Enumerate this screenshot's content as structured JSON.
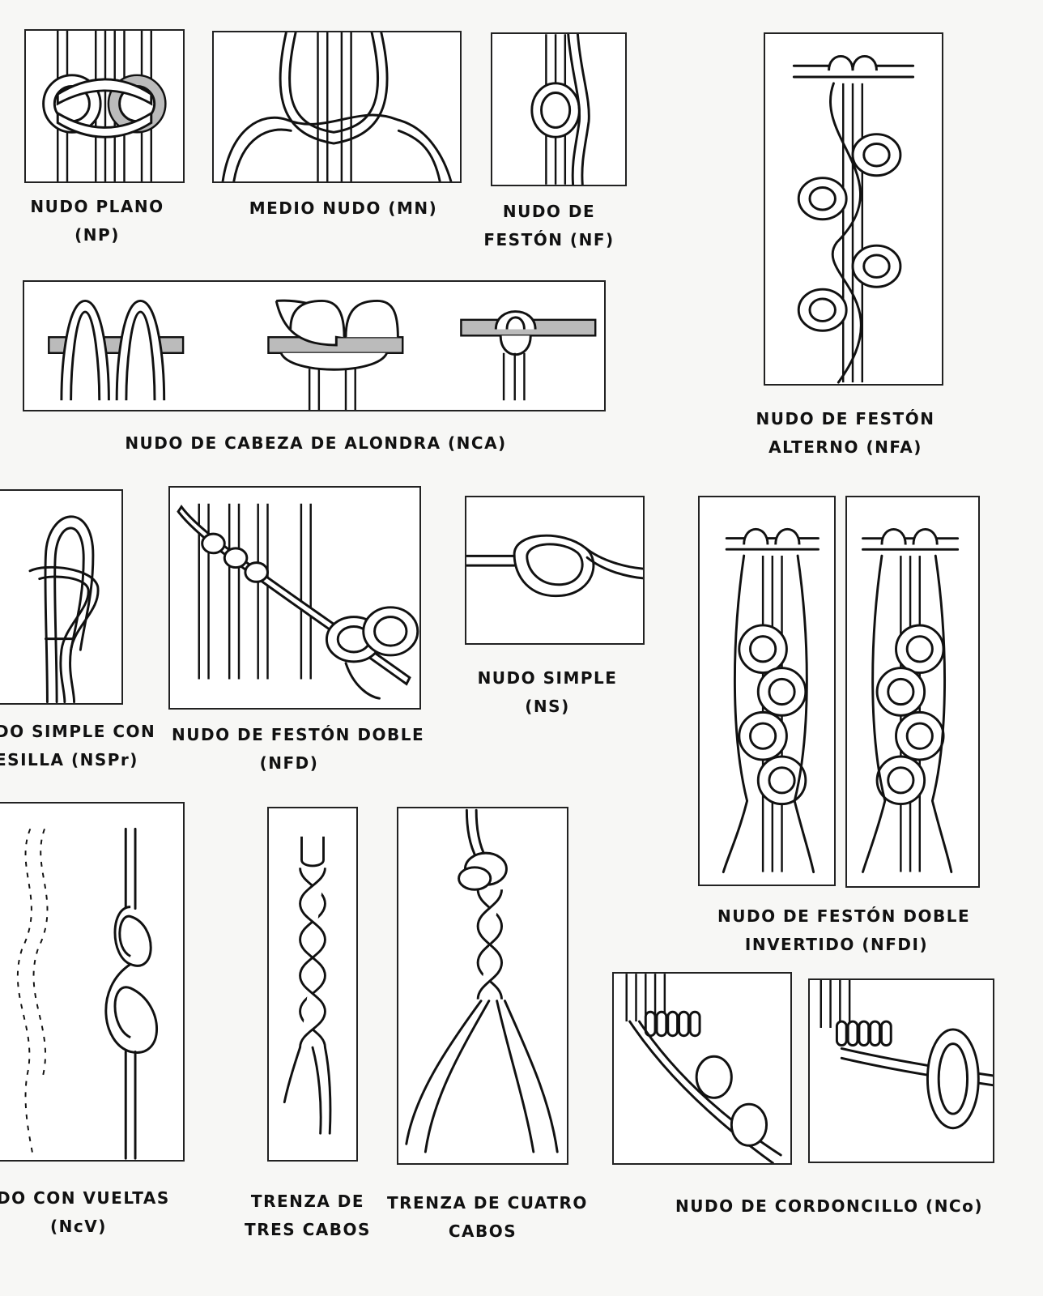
{
  "knots": {
    "np": {
      "line1": "NUDO PLANO",
      "line2": "(NP)"
    },
    "mn": {
      "line1": "MEDIO NUDO (MN)"
    },
    "nf": {
      "line1": "NUDO DE",
      "line2": "FESTÓN (NF)"
    },
    "nfa": {
      "line1": "NUDO DE FESTÓN",
      "line2": "ALTERNO (NFA)"
    },
    "nca": {
      "line1": "NUDO DE CABEZA DE ALONDRA (NCA)"
    },
    "nspr": {
      "line1": "DO SIMPLE CON",
      "line2": "ESILLA (NSPr)"
    },
    "nfd": {
      "line1": "NUDO DE FESTÓN DOBLE",
      "line2": "(NFD)"
    },
    "ns": {
      "line1": "NUDO SIMPLE",
      "line2": "(NS)"
    },
    "nfdi": {
      "line1": "NUDO DE FESTÓN DOBLE",
      "line2": "INVERTIDO (NFDI)"
    },
    "ncv": {
      "line1": "DO CON VUELTAS",
      "line2": "(NcV)"
    },
    "trenza3": {
      "line1": "TRENZA DE",
      "line2": "TRES CABOS"
    },
    "trenza4": {
      "line1": "TRENZA DE CUATRO",
      "line2": "CABOS"
    },
    "nco": {
      "line1": "NUDO DE CORDONCILLO (NCo)"
    }
  },
  "colors": {
    "ink": "#111111",
    "paper": "#ffffff",
    "background": "#f7f7f5",
    "shade": "#bbbbbb"
  }
}
